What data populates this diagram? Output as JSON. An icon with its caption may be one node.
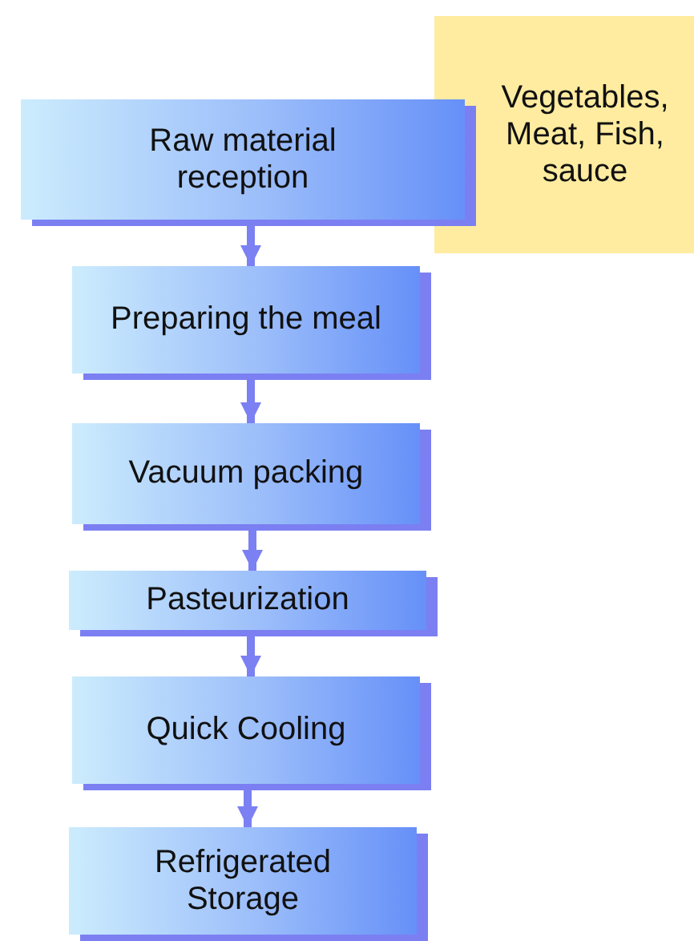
{
  "diagram": {
    "nodes": [
      {
        "text": [
          "Vegetables, Meat, Fish, sauce"
        ]
      },
      {
        "text": [
          "Raw material reception"
        ]
      },
      {
        "text": [
          "Preparing the meal"
        ]
      },
      {
        "text": [
          "Vacuum packing"
        ]
      },
      {
        "text": [
          "Pasteurization"
        ]
      },
      {
        "text": [
          "Quick Cooling"
        ]
      },
      {
        "text": [
          "Refrigerated Storage"
        ]
      }
    ],
    "edges": [
      {
        "from": 1,
        "to": 2,
        "arrow": "to"
      },
      {
        "from": 2,
        "to": 3,
        "arrow": "to"
      },
      {
        "from": 3,
        "to": 4,
        "arrow": "to"
      },
      {
        "from": 4,
        "to": 5,
        "arrow": "to"
      },
      {
        "from": 5,
        "to": 6,
        "arrow": "to"
      }
    ]
  }
}
